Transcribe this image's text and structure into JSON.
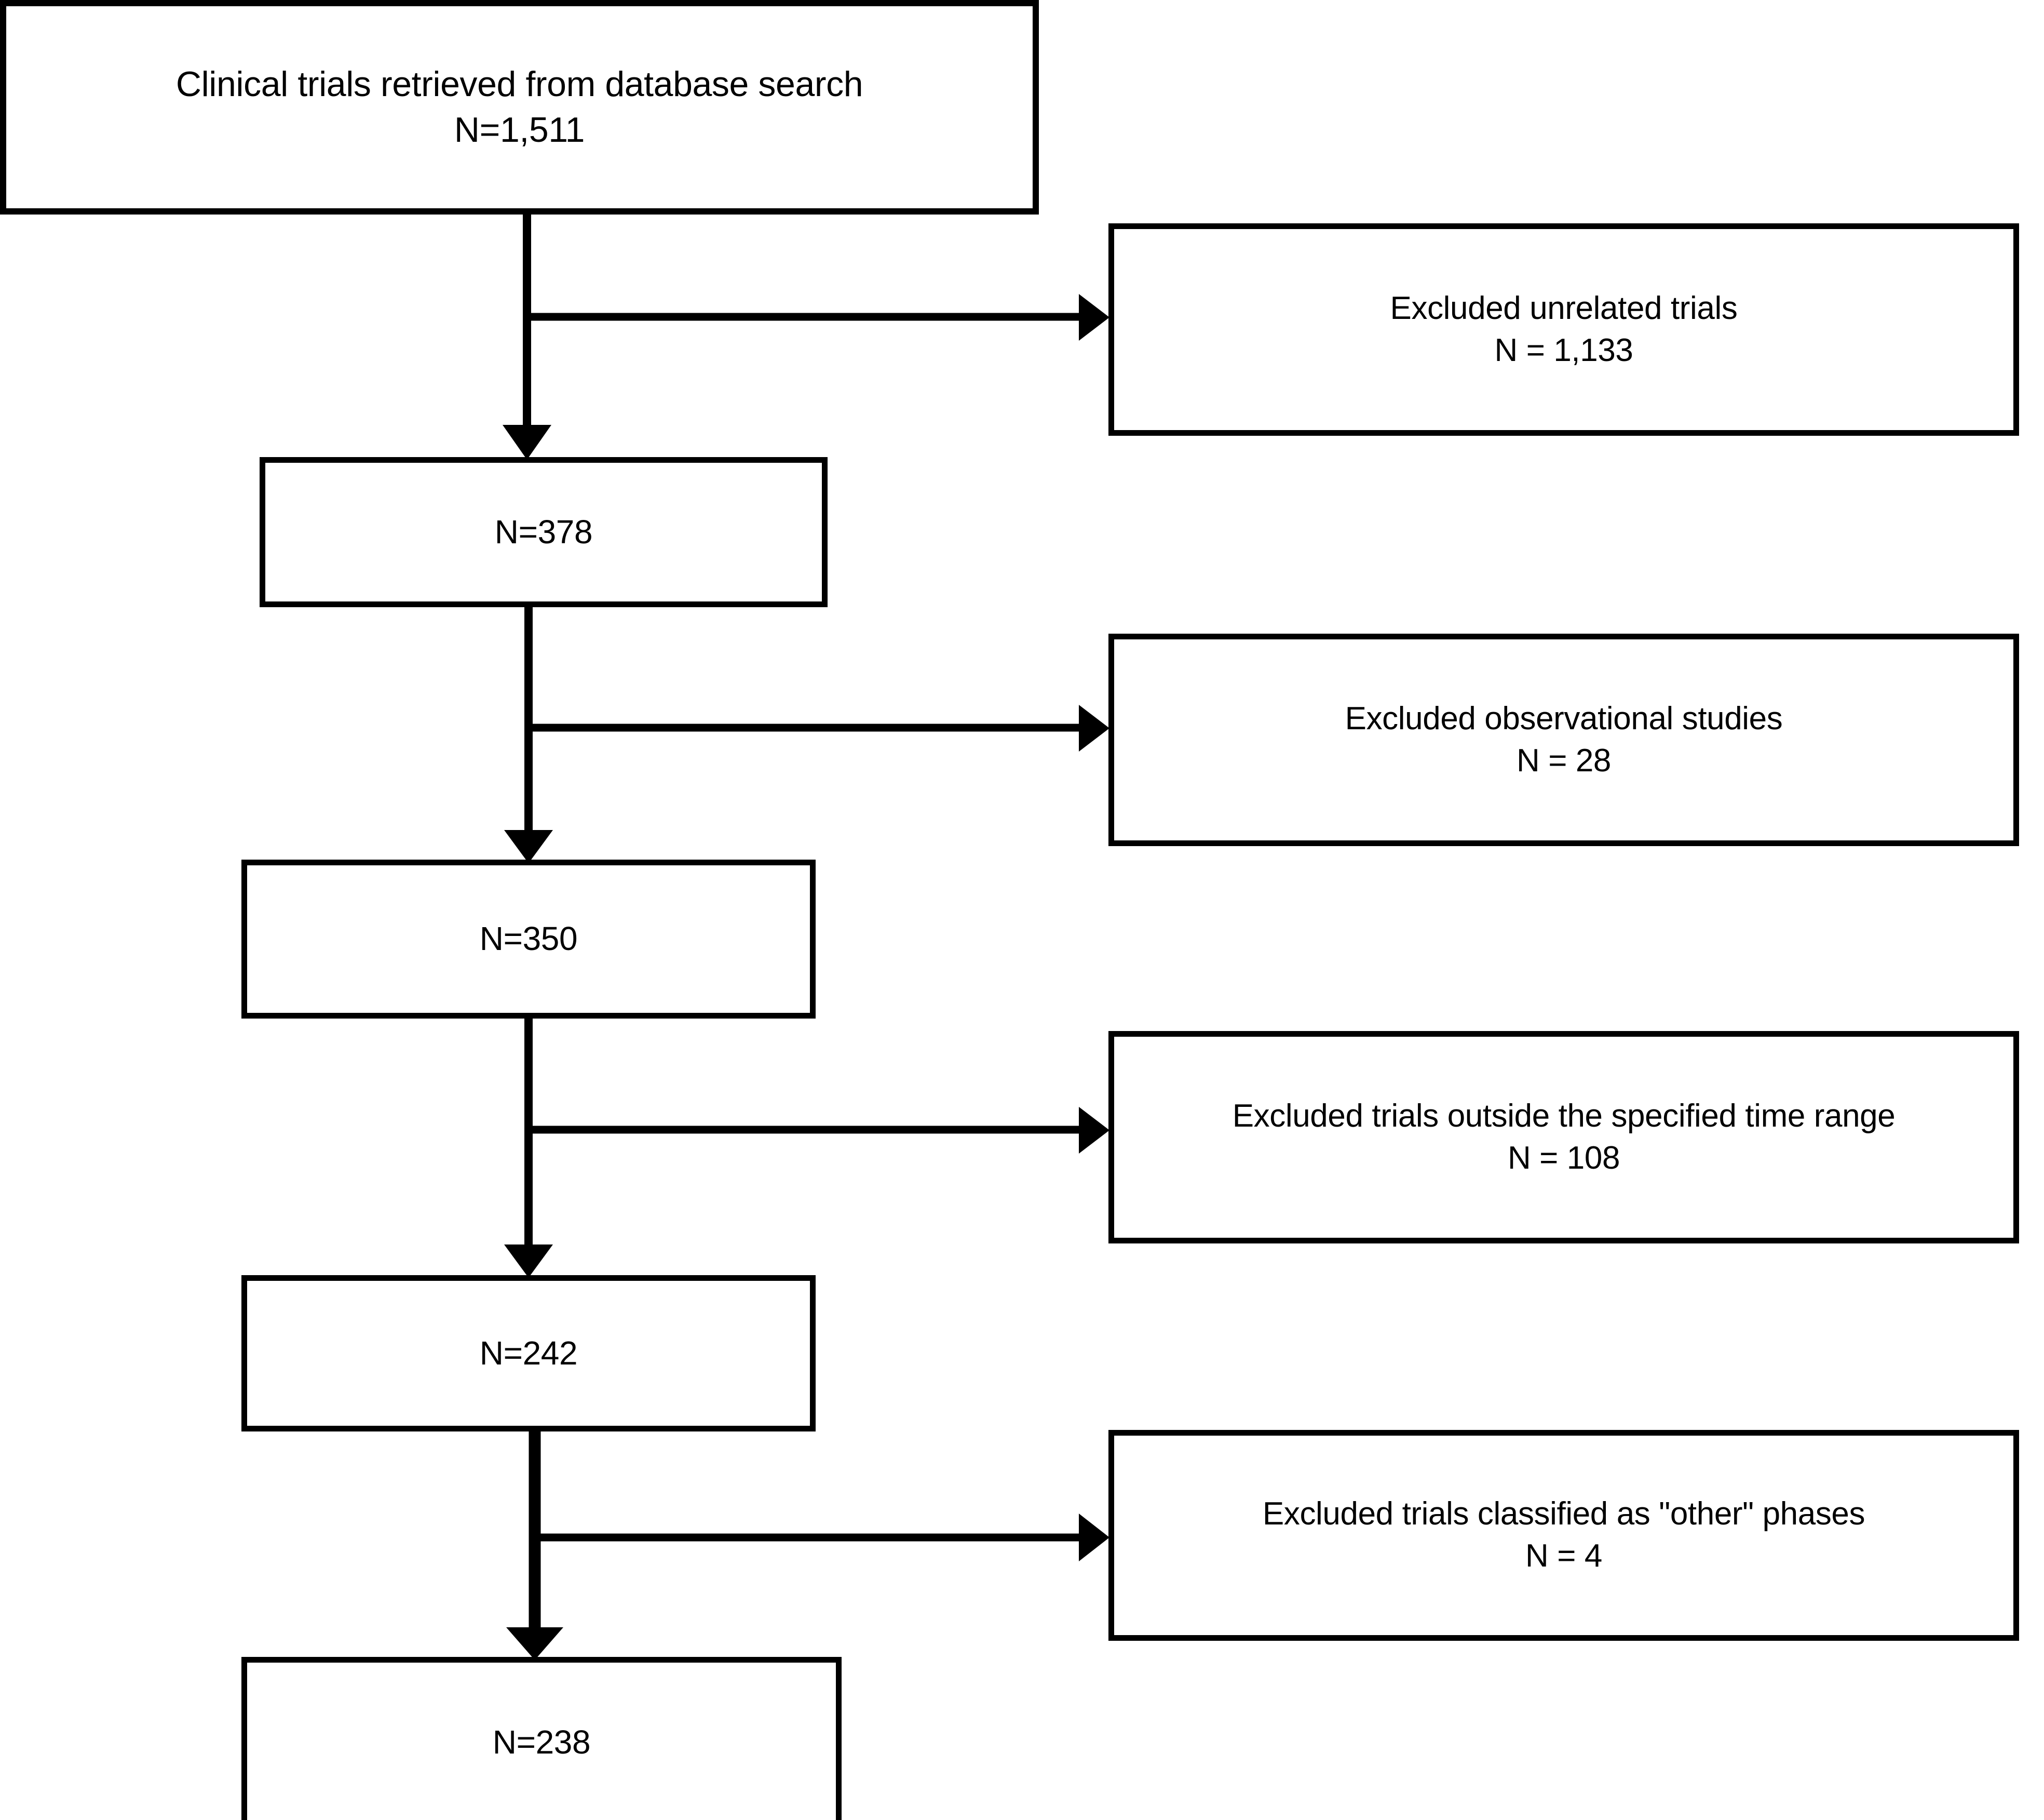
{
  "diagram": {
    "type": "prisma-study-selection-flowchart",
    "title": "",
    "line_color": "#000000",
    "box_fill": "#ffffff",
    "background": "#ffffff",
    "flow_nodes": [
      {
        "id": "retrieved",
        "label": "Clinical trials retrieved from database search",
        "count_label": "N=1,511",
        "n": 1511
      },
      {
        "id": "n378",
        "label": "",
        "count_label": "N=378",
        "n": 378
      },
      {
        "id": "n350",
        "label": "",
        "count_label": "N=350",
        "n": 350
      },
      {
        "id": "n242",
        "label": "",
        "count_label": "N=242",
        "n": 242
      },
      {
        "id": "n238",
        "label": "",
        "count_label": "N=238",
        "n": 238
      }
    ],
    "exclusion_nodes": [
      {
        "id": "excl-unrelated",
        "label": "Excluded unrelated trials",
        "count_label": "N = 1,133",
        "n": 1133
      },
      {
        "id": "excl-obs",
        "label": "Excluded observational studies",
        "count_label": "N = 28",
        "n": 28
      },
      {
        "id": "excl-time",
        "label": "Excluded trials outside the specified time range",
        "count_label": "N = 108",
        "n": 108
      },
      {
        "id": "excl-other",
        "label": "Excluded trials classified as \"other\" phases",
        "count_label": "N = 4",
        "n": 4
      }
    ],
    "connectors": [
      {
        "id": "retrieved-to-n378",
        "kind": "vertical-arrow",
        "from": "retrieved",
        "to": "n378"
      },
      {
        "id": "retrieved-to-excl-unrelated",
        "kind": "horizontal-arrow",
        "from": "retrieved",
        "to": "excl-unrelated"
      },
      {
        "id": "n378-to-n350",
        "kind": "vertical-arrow",
        "from": "n378",
        "to": "n350"
      },
      {
        "id": "n378-to-excl-obs",
        "kind": "horizontal-arrow",
        "from": "n378",
        "to": "excl-obs"
      },
      {
        "id": "n350-to-n242",
        "kind": "vertical-arrow",
        "from": "n350",
        "to": "n242"
      },
      {
        "id": "n350-to-excl-time",
        "kind": "horizontal-arrow",
        "from": "n350",
        "to": "excl-time"
      },
      {
        "id": "n242-to-n238",
        "kind": "vertical-arrow",
        "from": "n242",
        "to": "n238"
      },
      {
        "id": "n242-to-excl-other",
        "kind": "horizontal-arrow",
        "from": "n242",
        "to": "excl-other"
      }
    ]
  }
}
